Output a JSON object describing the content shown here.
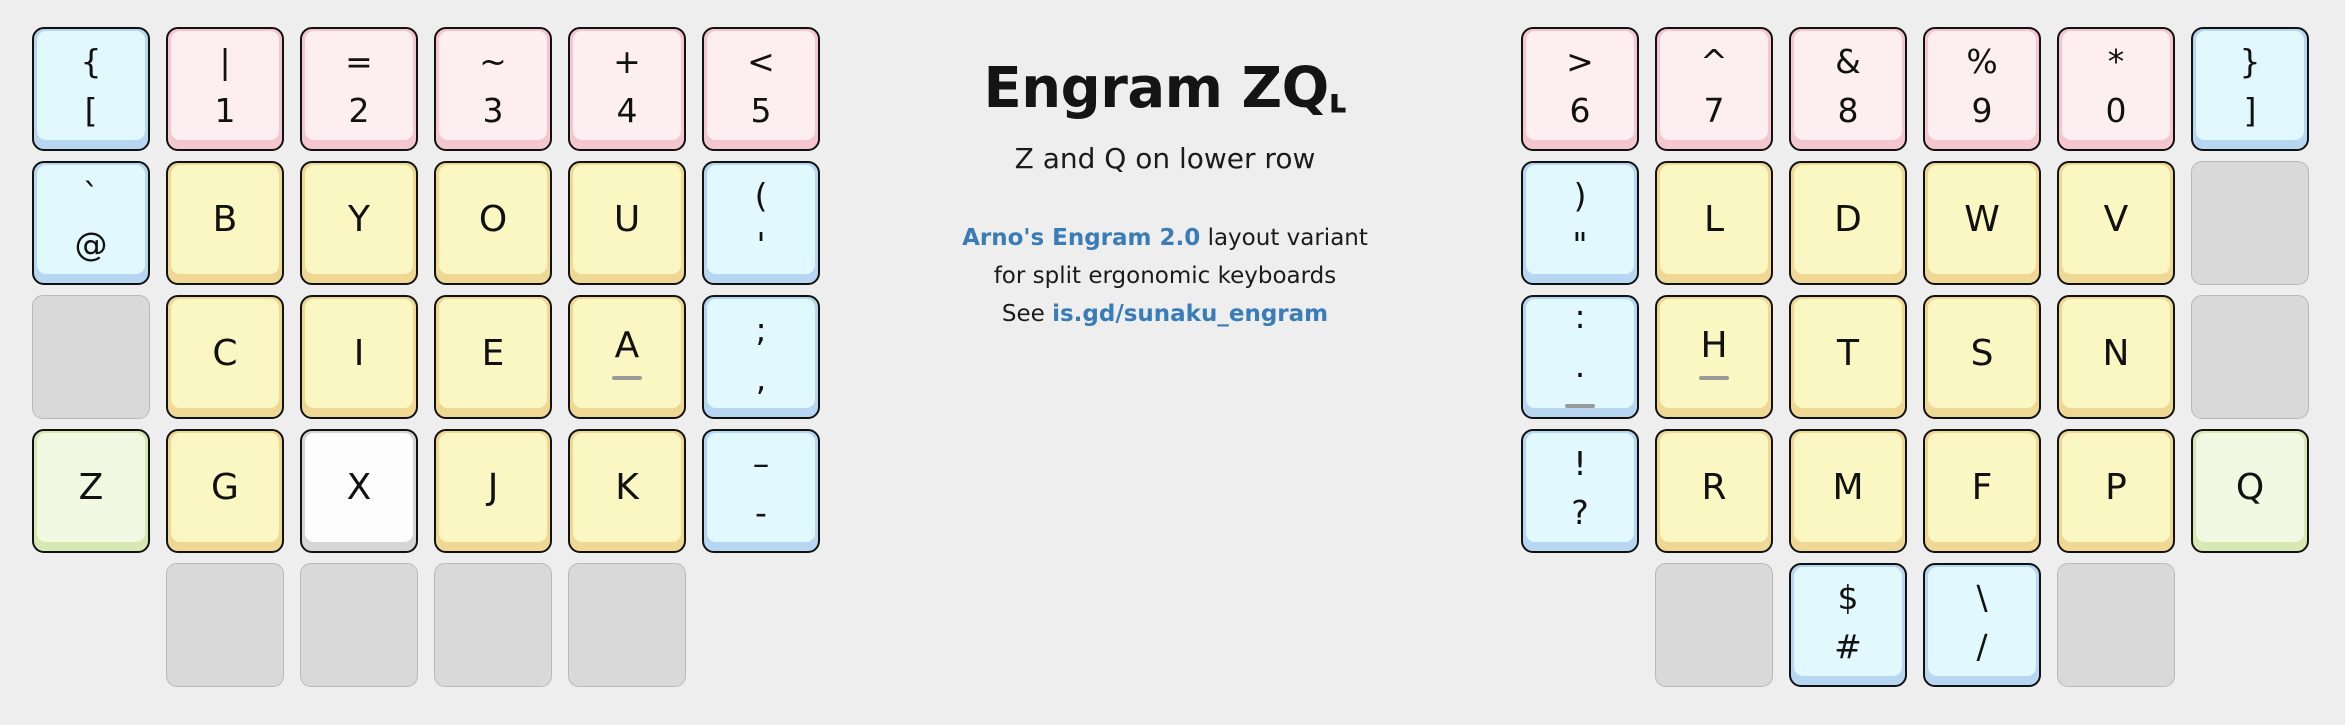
{
  "center": {
    "title_main": "Engram ZQ",
    "title_sub": "ʟ",
    "subtitle": "Z and Q on lower row",
    "line1_link": "Arno's Engram 2.0",
    "line1_rest": " layout variant",
    "line2": "for split ergonomic keyboards",
    "line3_prefix": "See ",
    "line3_link": "is.gd/sunaku_engram",
    "link_color": "#3a7cb8"
  },
  "palette": {
    "background": "#eeeeee",
    "pink_face": "#fdeef1",
    "pink_skirt": "#f3c7cd",
    "blue_face": "#e2f8ff",
    "blue_skirt": "#b6d6f2",
    "yellow_face": "#fbf7c2",
    "yellow_skirt": "#efd794",
    "green_face": "#f1f9e3",
    "green_skirt": "#d6e9b4",
    "white_face": "#fdfdfd",
    "white_skirt": "#d6d6d6",
    "blank": "#d9d9d9",
    "legend": "#111111",
    "homing_bar": "#9a9a9a"
  },
  "left_half": {
    "rows": [
      [
        {
          "name": "key-bracket",
          "color": "blue",
          "top": "{",
          "bottom": "[",
          "homing": false
        },
        {
          "name": "key-1",
          "color": "pink",
          "top": "|",
          "bottom": "1",
          "homing": false
        },
        {
          "name": "key-2",
          "color": "pink",
          "top": "=",
          "bottom": "2",
          "homing": false
        },
        {
          "name": "key-3",
          "color": "pink",
          "top": "~",
          "bottom": "3",
          "homing": false
        },
        {
          "name": "key-4",
          "color": "pink",
          "top": "+",
          "bottom": "4",
          "homing": false
        },
        {
          "name": "key-5",
          "color": "pink",
          "top": "<",
          "bottom": "5",
          "homing": false
        }
      ],
      [
        {
          "name": "key-grave-at",
          "color": "blue",
          "top": "`",
          "bottom": "@",
          "homing": false
        },
        {
          "name": "key-b",
          "color": "yellow",
          "label": "B",
          "homing": false
        },
        {
          "name": "key-y",
          "color": "yellow",
          "label": "Y",
          "homing": false
        },
        {
          "name": "key-o",
          "color": "yellow",
          "label": "O",
          "homing": false
        },
        {
          "name": "key-u",
          "color": "yellow",
          "label": "U",
          "homing": false
        },
        {
          "name": "key-paren-quote",
          "color": "blue",
          "top": "(",
          "bottom": "'",
          "homing": false
        }
      ],
      [
        {
          "name": "key-blank-left-1",
          "color": "blank"
        },
        {
          "name": "key-c",
          "color": "yellow",
          "label": "C",
          "homing": false
        },
        {
          "name": "key-i",
          "color": "yellow",
          "label": "I",
          "homing": false
        },
        {
          "name": "key-e",
          "color": "yellow",
          "label": "E",
          "homing": false
        },
        {
          "name": "key-a",
          "color": "yellow",
          "label": "A",
          "homing": true
        },
        {
          "name": "key-semicolon-comma",
          "color": "blue",
          "top": ";",
          "bottom": ",",
          "homing": false
        }
      ],
      [
        {
          "name": "key-z",
          "color": "green",
          "label": "Z",
          "homing": false
        },
        {
          "name": "key-g",
          "color": "yellow",
          "label": "G",
          "homing": false
        },
        {
          "name": "key-x",
          "color": "white",
          "label": "X",
          "homing": false
        },
        {
          "name": "key-j",
          "color": "yellow",
          "label": "J",
          "homing": false
        },
        {
          "name": "key-k",
          "color": "yellow",
          "label": "K",
          "homing": false
        },
        {
          "name": "key-underscore-hyphen",
          "color": "blue",
          "top": "–",
          "bottom": "-",
          "homing": false
        }
      ],
      [
        {
          "name": "key-gap-left",
          "color": "none"
        },
        {
          "name": "key-thumb-left-1",
          "color": "blank"
        },
        {
          "name": "key-thumb-left-2",
          "color": "blank"
        },
        {
          "name": "key-thumb-left-3",
          "color": "blank"
        },
        {
          "name": "key-thumb-left-4",
          "color": "blank"
        },
        {
          "name": "key-gap-left-2",
          "color": "none"
        }
      ]
    ]
  },
  "right_half": {
    "rows": [
      [
        {
          "name": "key-6",
          "color": "pink",
          "top": ">",
          "bottom": "6",
          "homing": false
        },
        {
          "name": "key-7",
          "color": "pink",
          "top": "^",
          "bottom": "7",
          "homing": false
        },
        {
          "name": "key-8",
          "color": "pink",
          "top": "&",
          "bottom": "8",
          "homing": false
        },
        {
          "name": "key-9",
          "color": "pink",
          "top": "%",
          "bottom": "9",
          "homing": false
        },
        {
          "name": "key-0",
          "color": "pink",
          "top": "*",
          "bottom": "0",
          "homing": false
        },
        {
          "name": "key-brace-close",
          "color": "blue",
          "top": "}",
          "bottom": "]",
          "homing": false
        }
      ],
      [
        {
          "name": "key-paren-close-dquote",
          "color": "blue",
          "top": ")",
          "bottom": "\"",
          "homing": false
        },
        {
          "name": "key-l",
          "color": "yellow",
          "label": "L",
          "homing": false
        },
        {
          "name": "key-d",
          "color": "yellow",
          "label": "D",
          "homing": false
        },
        {
          "name": "key-w",
          "color": "yellow",
          "label": "W",
          "homing": false
        },
        {
          "name": "key-v",
          "color": "yellow",
          "label": "V",
          "homing": false
        },
        {
          "name": "key-blank-right-1",
          "color": "blank"
        }
      ],
      [
        {
          "name": "key-colon-period",
          "color": "blue",
          "top": ":",
          "bottom": ".",
          "homing": true
        },
        {
          "name": "key-h",
          "color": "yellow",
          "label": "H",
          "homing": true
        },
        {
          "name": "key-t",
          "color": "yellow",
          "label": "T",
          "homing": false
        },
        {
          "name": "key-s",
          "color": "yellow",
          "label": "S",
          "homing": false
        },
        {
          "name": "key-n",
          "color": "yellow",
          "label": "N",
          "homing": false
        },
        {
          "name": "key-blank-right-2",
          "color": "blank"
        }
      ],
      [
        {
          "name": "key-exclaim-question",
          "color": "blue",
          "top": "!",
          "bottom": "?",
          "homing": false
        },
        {
          "name": "key-r",
          "color": "yellow",
          "label": "R",
          "homing": false
        },
        {
          "name": "key-m",
          "color": "yellow",
          "label": "M",
          "homing": false
        },
        {
          "name": "key-f",
          "color": "yellow",
          "label": "F",
          "homing": false
        },
        {
          "name": "key-p",
          "color": "yellow",
          "label": "P",
          "homing": false
        },
        {
          "name": "key-q",
          "color": "green",
          "label": "Q",
          "homing": false
        }
      ],
      [
        {
          "name": "key-gap-right",
          "color": "none"
        },
        {
          "name": "key-thumb-right-1",
          "color": "blank"
        },
        {
          "name": "key-dollar-hash",
          "color": "blue",
          "top": "$",
          "bottom": "#",
          "homing": false
        },
        {
          "name": "key-backslash-slash",
          "color": "blue",
          "top": "\\",
          "bottom": "/",
          "homing": false
        },
        {
          "name": "key-thumb-right-2",
          "color": "blank"
        },
        {
          "name": "key-gap-right-2",
          "color": "none"
        }
      ]
    ]
  }
}
